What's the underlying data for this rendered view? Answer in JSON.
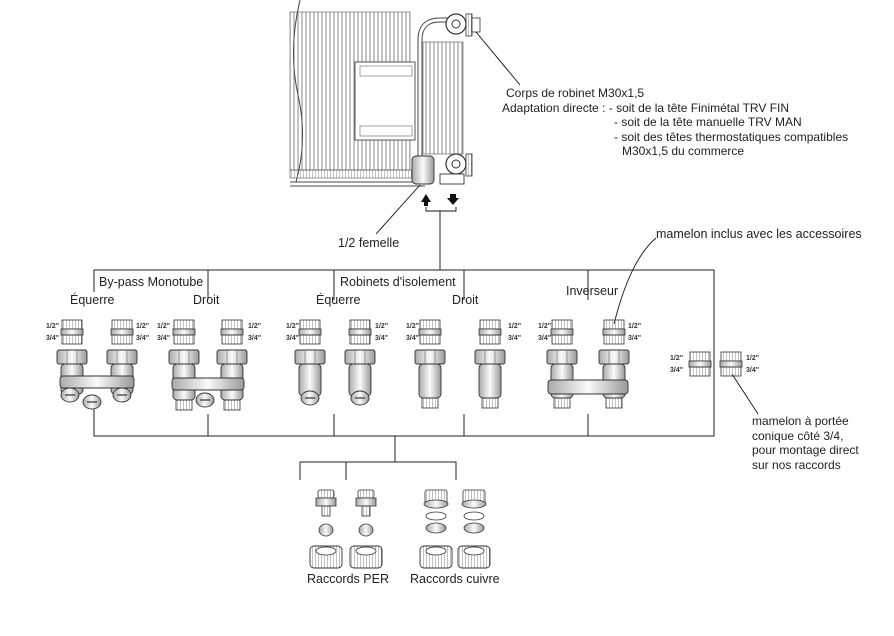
{
  "radiator_note": {
    "title": "Corps de robinet M30x1,5",
    "lines": [
      "Adaptation directe : - soit de la tête Finimétal TRV FIN",
      "- soit de la tête manuelle TRV MAN",
      "- soit des têtes thermostatiques compatibles",
      "M30x1,5 du commerce"
    ]
  },
  "connection_label": "1/2 femelle",
  "nipple_note": "mamelon inclus avec les accessoires",
  "groups": {
    "bypass": "By-pass Monotube",
    "isolation": "Robinets d'isolement",
    "inverter": "Inverseur"
  },
  "subgroups": {
    "equerre": "Équerre",
    "droit": "Droit"
  },
  "sizes": {
    "half": "1/2\"",
    "three_quarter": "3/4\""
  },
  "conical_note": [
    "mamelon à portée",
    "conique côté 3/4,",
    "pour montage direct",
    "sur nos raccords"
  ],
  "fittings": {
    "per": "Raccords PER",
    "copper": "Raccords cuivre"
  }
}
